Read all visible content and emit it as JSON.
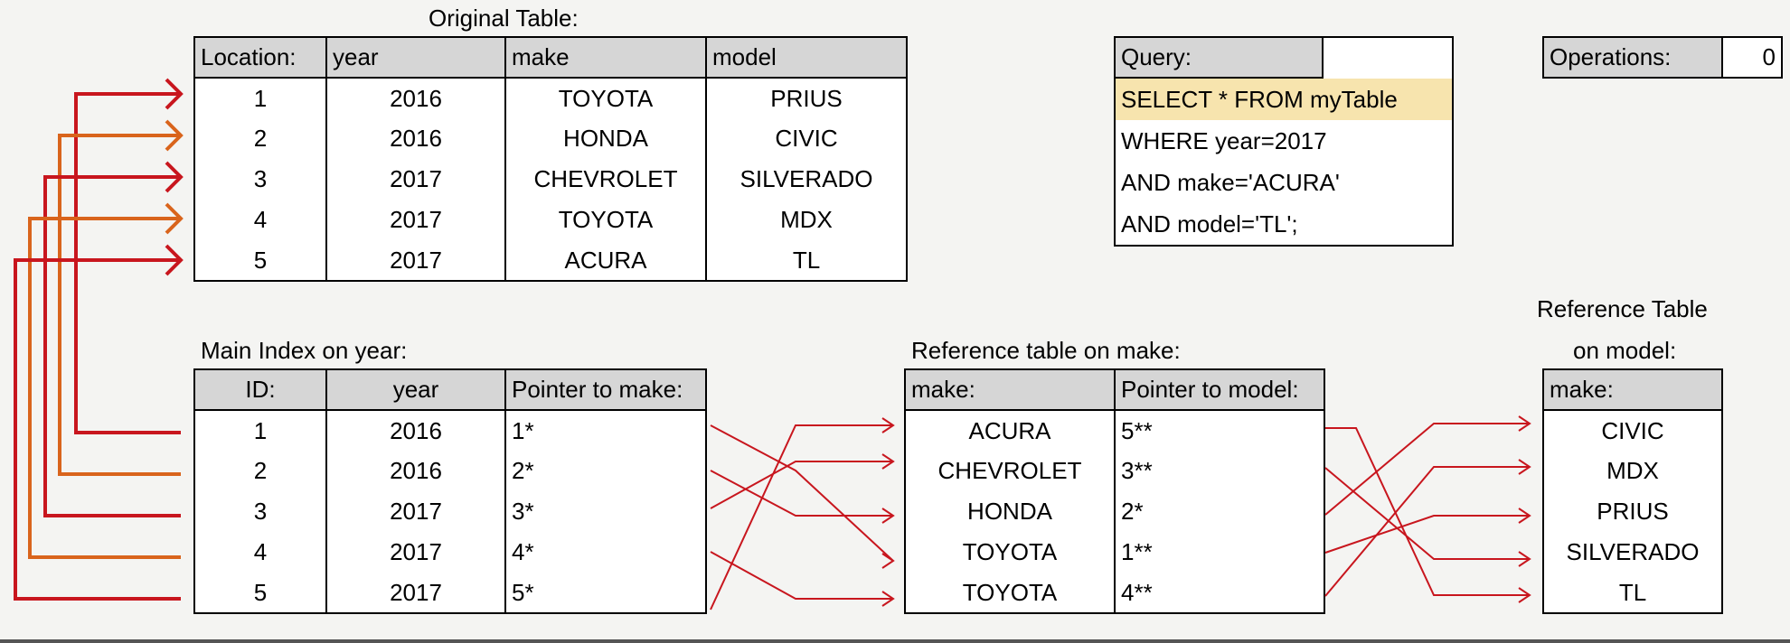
{
  "original": {
    "title": "Original Table:",
    "headers": [
      "Location:",
      "year",
      "make",
      "model"
    ],
    "rows": [
      [
        "1",
        "2016",
        "TOYOTA",
        "PRIUS"
      ],
      [
        "2",
        "2016",
        "HONDA",
        "CIVIC"
      ],
      [
        "3",
        "2017",
        "CHEVROLET",
        "SILVERADO"
      ],
      [
        "4",
        "2017",
        "TOYOTA",
        "MDX"
      ],
      [
        "5",
        "2017",
        "ACURA",
        "TL"
      ]
    ]
  },
  "query": {
    "header": "Query:",
    "lines": [
      "SELECT * FROM myTable",
      "WHERE year=2017",
      "AND make='ACURA'",
      "AND model='TL';"
    ],
    "highlight_color": "#f7e4ae"
  },
  "operations": {
    "label": "Operations:",
    "value": "0"
  },
  "main_index": {
    "title": "Main Index on year:",
    "headers": [
      "ID:",
      "year",
      "Pointer to make:"
    ],
    "rows": [
      [
        "1",
        "2016",
        "1*"
      ],
      [
        "2",
        "2016",
        "2*"
      ],
      [
        "3",
        "2017",
        "3*"
      ],
      [
        "4",
        "2017",
        "4*"
      ],
      [
        "5",
        "2017",
        "5*"
      ]
    ]
  },
  "ref_make": {
    "title": "Reference table on make:",
    "headers": [
      "make:",
      "Pointer to model:"
    ],
    "rows": [
      [
        "ACURA",
        "5**"
      ],
      [
        "CHEVROLET",
        "3**"
      ],
      [
        "HONDA",
        "2*"
      ],
      [
        "TOYOTA",
        "1**"
      ],
      [
        "TOYOTA",
        "4**"
      ]
    ]
  },
  "ref_model": {
    "title_line1": "Reference Table",
    "title_line2": "on model:",
    "headers": [
      "make:"
    ],
    "rows": [
      [
        "CIVIC"
      ],
      [
        "MDX"
      ],
      [
        "PRIUS"
      ],
      [
        "SILVERADO"
      ],
      [
        "TL"
      ]
    ]
  },
  "colors": {
    "red": "#c8161e",
    "orange": "#d9641c",
    "header_bg": "#d6d6d6"
  }
}
